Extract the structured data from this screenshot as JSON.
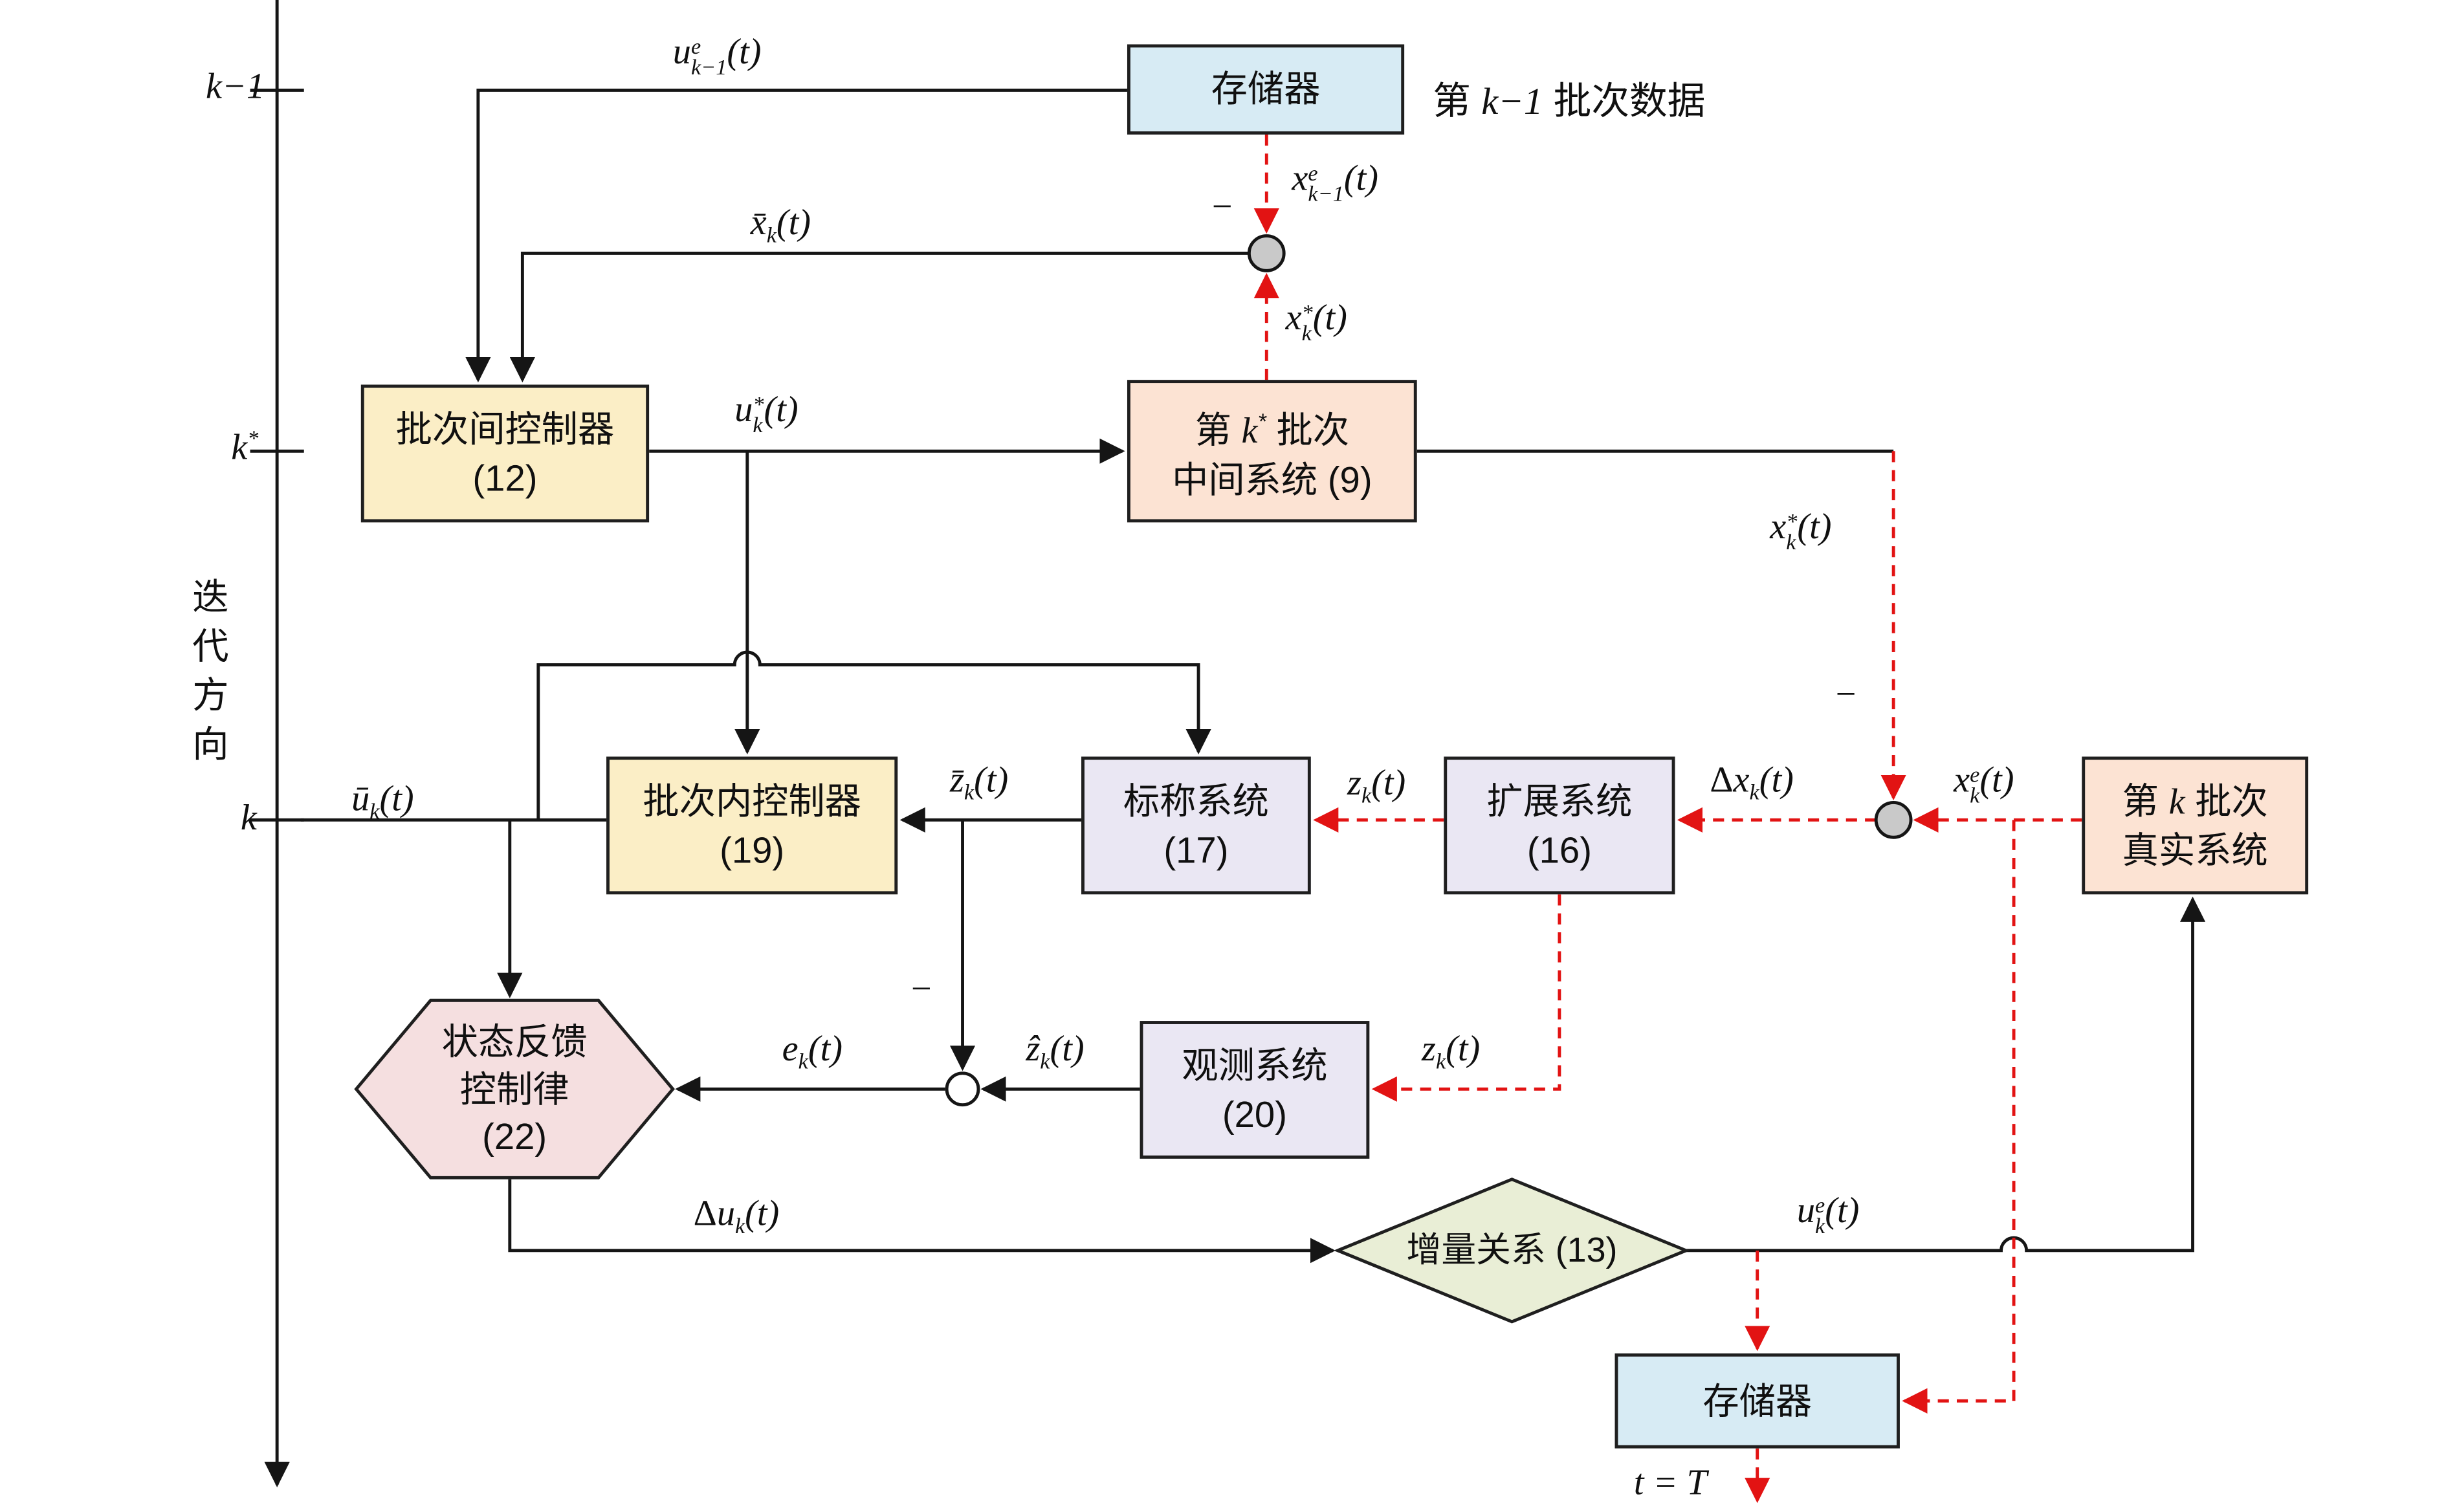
{
  "colors": {
    "memory": "#d7ebf4",
    "controller": "#fbeec6",
    "system_peach": "#fce3d3",
    "system_lavender": "#eae7f3",
    "hexagon": "#f5dfe0",
    "diamond": "#e9eed6",
    "junction_gray": "#c9c9c9",
    "signal_red": "#e21313",
    "line_black": "#151515"
  },
  "axis": {
    "tick_km1": "k−1",
    "tick_kstar_base": "k",
    "tick_kstar_sup": "*",
    "tick_k": "k",
    "direction": "迭代方向"
  },
  "blocks": {
    "memory_top": {
      "label": "存储器"
    },
    "batch_note": {
      "pre": "第 ",
      "k": "k−1",
      "post": " 批次数据"
    },
    "interbatch": {
      "line1": "批次间控制器",
      "line2": "(12)"
    },
    "intermediate": {
      "l1_pre": "第 ",
      "l1_k": "k",
      "l1_sup": "*",
      "l1_post": " 批次",
      "line2": "中间系统 (9)"
    },
    "inner": {
      "line1": "批次内控制器",
      "line2": "(19)"
    },
    "nominal": {
      "line1": "标称系统",
      "line2": "(17)"
    },
    "extended": {
      "line1": "扩展系统",
      "line2": "(16)"
    },
    "real": {
      "l1_pre": "第 ",
      "l1_k": "k",
      "l1_post": " 批次",
      "line2": "真实系统"
    },
    "observer": {
      "line1": "观测系统",
      "line2": "(20)"
    },
    "feedback": {
      "line1": "状态反馈",
      "line2": "控制律",
      "line3": "(22)"
    },
    "increment": {
      "label": "增量关系 (13)"
    },
    "memory_bottom": {
      "label": "存储器"
    }
  },
  "signals": {
    "u_e_km1": {
      "base": "u",
      "sup": "e",
      "sub": "k−1",
      "tail": "(t)"
    },
    "x_e_km1": {
      "base": "x",
      "sup": "e",
      "sub": "k−1",
      "tail": "(t)"
    },
    "xbar_k": {
      "base": "x̄",
      "sub": "k",
      "tail": "(t)"
    },
    "x_star_mid": {
      "base": "x",
      "sup": "*",
      "sub": "k",
      "tail": "(t)"
    },
    "u_star_k": {
      "base": "u",
      "sup": "*",
      "sub": "k",
      "tail": "(t)"
    },
    "x_star_right": {
      "base": "x",
      "sup": "*",
      "sub": "k",
      "tail": "(t)"
    },
    "x_e_k": {
      "base": "x",
      "sup": "e",
      "sub": "k",
      "tail": "(t)"
    },
    "delta_x_k": {
      "pre": "Δ",
      "base": "x",
      "sub": "k",
      "tail": "(t)"
    },
    "z_k_nominal": {
      "base": "z",
      "sub": "k",
      "tail": "(t)"
    },
    "zbar_k": {
      "base": "z̄",
      "sub": "k",
      "tail": "(t)"
    },
    "z_k_observer": {
      "base": "z",
      "sub": "k",
      "tail": "(t)"
    },
    "zhat_k": {
      "base": "ẑ",
      "sub": "k",
      "tail": "(t)"
    },
    "e_k": {
      "base": "e",
      "sub": "k",
      "tail": "(t)"
    },
    "ubar_k": {
      "base": "ū",
      "sub": "k",
      "tail": "(t)"
    },
    "delta_u_k": {
      "pre": "Δ",
      "base": "u",
      "sub": "k",
      "tail": "(t)"
    },
    "u_e_k": {
      "base": "u",
      "sup": "e",
      "sub": "k",
      "tail": "(t)"
    },
    "t_equals_T": "t = T",
    "minus": "−"
  }
}
